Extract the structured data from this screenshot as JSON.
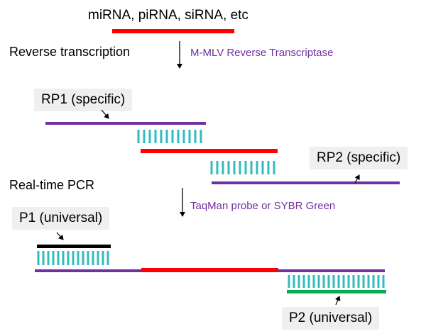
{
  "top_title": "miRNA,  piRNA,  siRNA,  etc",
  "step1": {
    "label": "Reverse transcription",
    "enzyme": "M-MLV Reverse Transcriptase"
  },
  "step2": {
    "label": "Real-time PCR",
    "detection": "TaqMan probe or  SYBR Green"
  },
  "primers": {
    "rp1": "RP1 (specific)",
    "rp2": "RP2 (specific)",
    "p1": "P1 (universal)",
    "p2": "P2 (universal)"
  },
  "colors": {
    "rna": "#ff0000",
    "adapter": "#7030a0",
    "hybridization": "#33bbbb",
    "p1_primer": "#000000",
    "p2_primer": "#00b050",
    "annotation_text": "#7030a0",
    "label_box": "#efefef"
  }
}
